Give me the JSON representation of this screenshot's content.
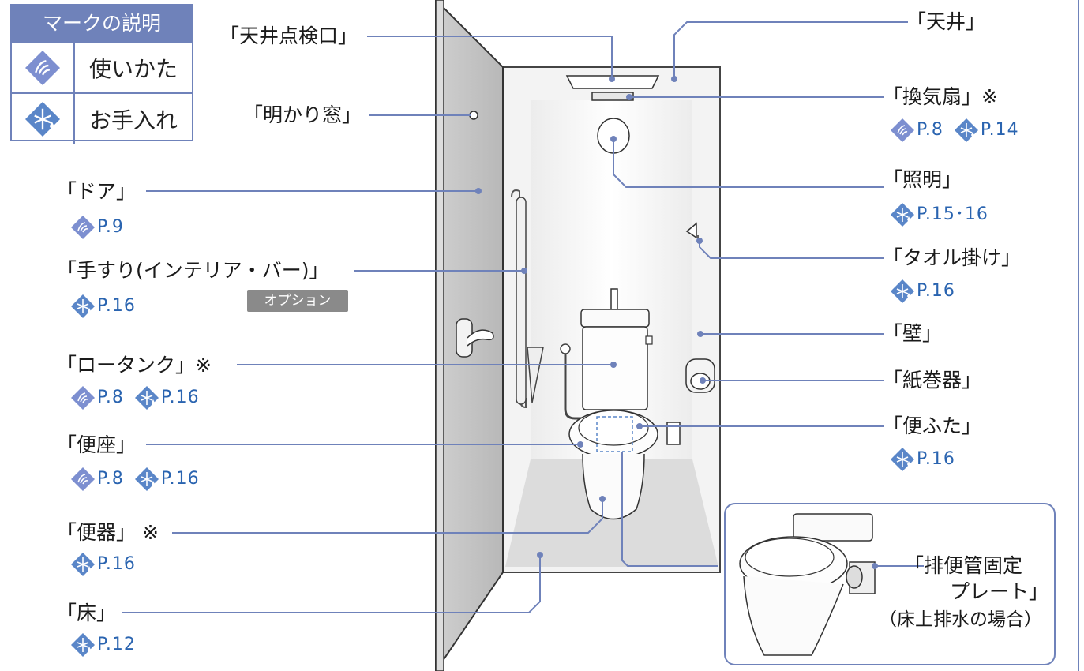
{
  "legend": {
    "title": "マークの説明",
    "usage_label": "使いかた",
    "care_label": "お手入れ"
  },
  "labels": {
    "ceiling_hatch": "「天井点検口」",
    "skylight": "「明かり窓」",
    "door": "「ドア」",
    "handrail": "「手すり(インテリア・バー)」",
    "option_badge": "オプション",
    "low_tank": "「ロータンク」※",
    "seat": "「便座」",
    "bowl": "「便器」 ※",
    "floor": "「床」",
    "ceiling": "「天井」",
    "fan": "「換気扇」※",
    "light": "「照明」",
    "towel": "「タオル掛け」",
    "wall": "「壁」",
    "paper": "「紙巻器」",
    "lid": "「便ふた」",
    "pipe_line1": "「排便管固定",
    "pipe_line2": "プレート」",
    "pipe_note": "（床上排水の場合）"
  },
  "refs": {
    "door": "P.9",
    "handrail": "P.16",
    "low_tank_use": "P.8",
    "low_tank_care": "P.16",
    "seat_use": "P.8",
    "seat_care": "P.16",
    "bowl": "P.16",
    "floor": "P.12",
    "fan_use": "P.8",
    "fan_care": "P.14",
    "light": "P.15･16",
    "towel": "P.16",
    "lid": "P.16"
  },
  "colors": {
    "accent": "#6f82ba",
    "usage_icon": "#7d8fd0",
    "care_icon": "#5a86c8",
    "ref_text": "#2a64b0",
    "option_bg": "#8a8a8a"
  },
  "icons": {
    "usage": "hand-icon",
    "care": "sparkle-icon"
  }
}
